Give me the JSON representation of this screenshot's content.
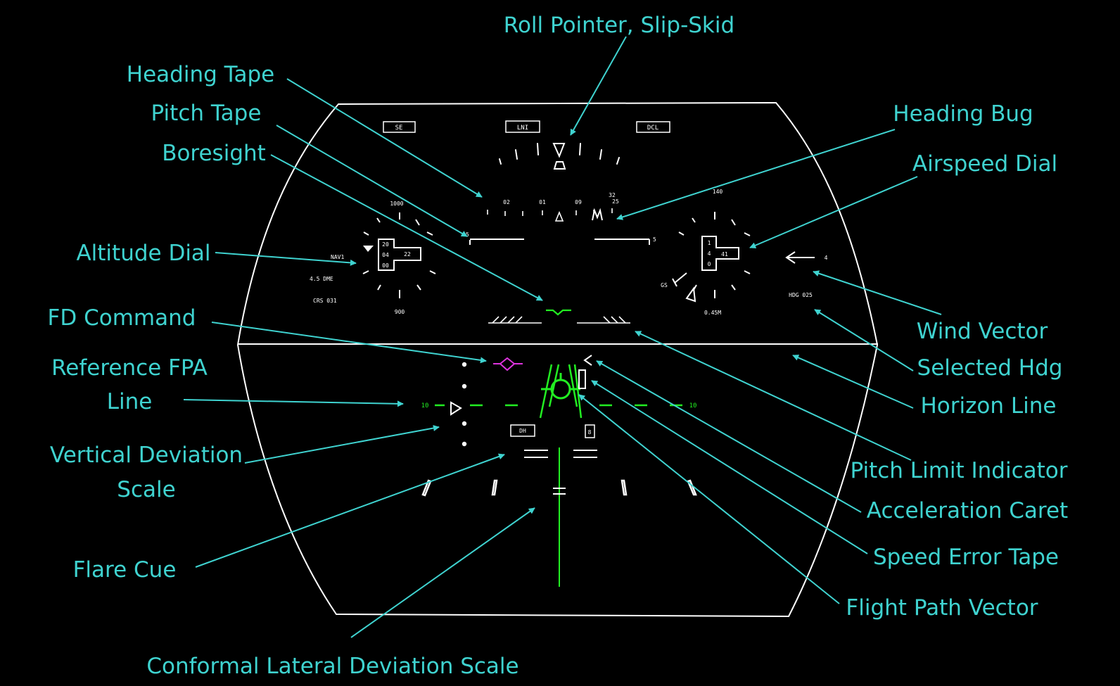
{
  "colors": {
    "background": "#000000",
    "callout": "#3fd3d0",
    "hud_white": "#ffffff",
    "hud_green": "#22ee22",
    "hud_magenta": "#dd33dd"
  },
  "callouts": {
    "roll_pointer": "Roll Pointer, Slip-Skid",
    "heading_tape": "Heading Tape",
    "pitch_tape": "Pitch Tape",
    "boresight": "Boresight",
    "altitude_dial": "Altitude Dial",
    "fd_command": "FD Command",
    "reference_fpa_1": "Reference FPA",
    "reference_fpa_2": "Line",
    "vertical_dev_1": "Vertical Deviation",
    "vertical_dev_2": "Scale",
    "flare_cue": "Flare Cue",
    "conformal_lateral": "Conformal Lateral Deviation Scale",
    "heading_bug": "Heading Bug",
    "airspeed_dial": "Airspeed Dial",
    "wind_vector": "Wind Vector",
    "selected_hdg": "Selected Hdg",
    "horizon_line": "Horizon Line",
    "pitch_limit": "Pitch Limit Indicator",
    "acceleration_caret": "Acceleration Caret",
    "speed_error_tape": "Speed Error Tape",
    "flight_path_vector": "Flight Path Vector"
  },
  "hud": {
    "mode_boxes": [
      "SE",
      "LNI",
      "DCL"
    ],
    "heading_numbers": [
      "25",
      "09",
      "01",
      "02",
      "32"
    ],
    "alt_top": "1000",
    "alt_bottom": "900",
    "alt_box_lines": [
      "20",
      "04",
      "00"
    ],
    "alt_box_side": "22",
    "left_info": [
      "NAV1",
      "4.5  DME",
      "CRS 031"
    ],
    "speed_top": "140",
    "speed_bottom": "0.45M",
    "speed_box_lines": [
      "1",
      "4",
      "0"
    ],
    "speed_box_side": "41",
    "speed_side_label": "GS",
    "wind_value": "4",
    "hdg_sel": "HDG 025",
    "pitch_scale_left": "10",
    "pitch_scale_right": "10",
    "dh_box": "DH",
    "fd_box": "8"
  }
}
